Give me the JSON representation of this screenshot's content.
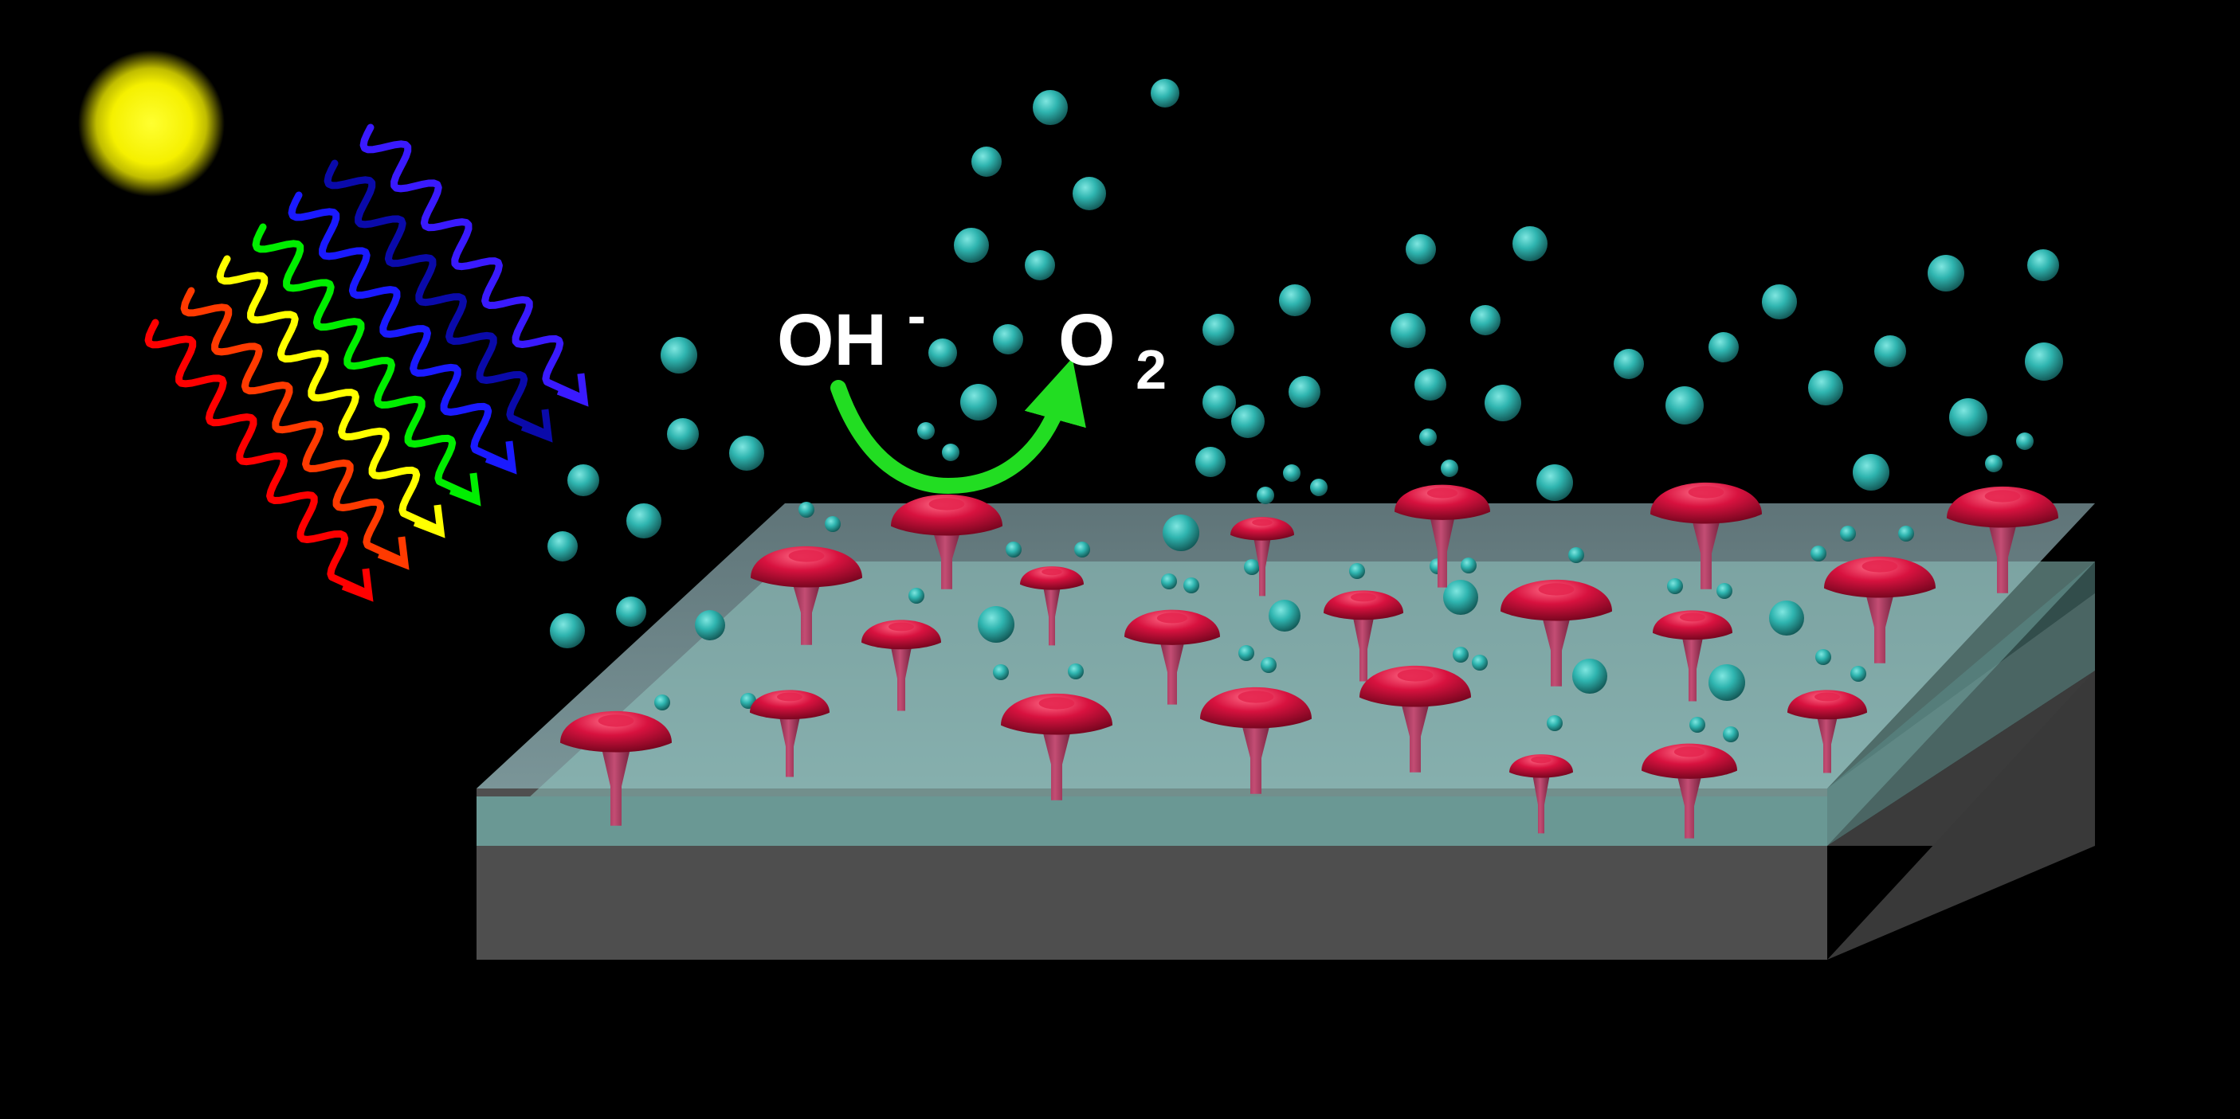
{
  "reaction": {
    "reactant_base": "OH",
    "reactant_charge": "-",
    "product_base": "O",
    "product_subscript": "2"
  },
  "colors": {
    "background": "#000000",
    "sun": "#f5f000",
    "light_waves": [
      "#ff0000",
      "#ff3a00",
      "#ffff00",
      "#00ee00",
      "#1a1aff",
      "#0a0aaa",
      "#3a1aff"
    ],
    "arrow": "#22dd22",
    "bubble": "#2fb5b0",
    "particle_cap": "#d8123f",
    "particle_stem": "#b73a62",
    "substrate_top": "#6f8a8e",
    "substrate_front": "#4d4d4d",
    "film": "#7fbcb8"
  },
  "icons": {
    "sun": "sun-icon",
    "light": "light-wave-icon",
    "arrow": "curved-arrow-icon"
  }
}
